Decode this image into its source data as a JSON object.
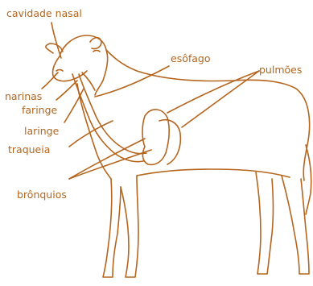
{
  "colors": {
    "line": "#b5651d",
    "text": "#b5651d",
    "background": "#ffffff"
  },
  "labels": {
    "cavidade_nasal": "cavidade nasal",
    "esofago": "esôfago",
    "pulmoes": "pulmões",
    "narinas": "narinas",
    "faringe": "faringe",
    "laringe": "laringe",
    "traqueia": "traqueia",
    "bronquios": "brônquios"
  }
}
